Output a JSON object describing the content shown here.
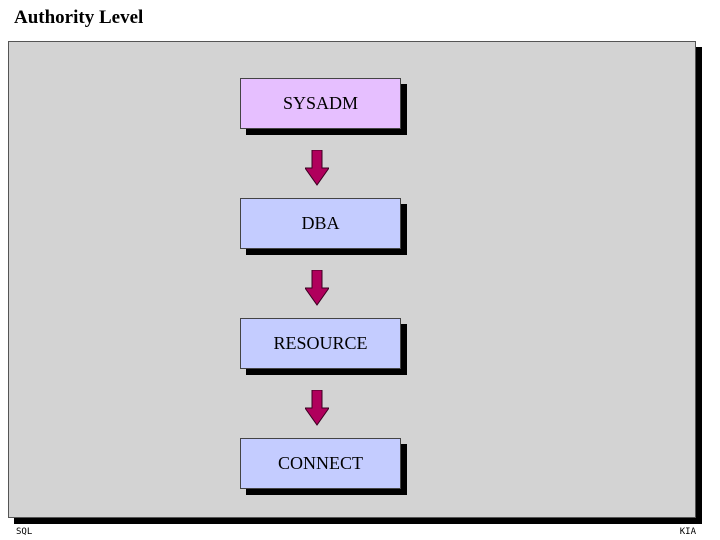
{
  "title": "Authority Level",
  "colors": {
    "panel": "#d3d3d3",
    "sysadm_fill": "#e6bfff",
    "node_fill": "#c4ccff",
    "arrow_fill": "#b0005c"
  },
  "nodes": [
    {
      "label": "SYSADM"
    },
    {
      "label": "DBA"
    },
    {
      "label": "RESOURCE"
    },
    {
      "label": "CONNECT"
    }
  ],
  "footer": {
    "left": "SQL",
    "right": "KIA"
  }
}
